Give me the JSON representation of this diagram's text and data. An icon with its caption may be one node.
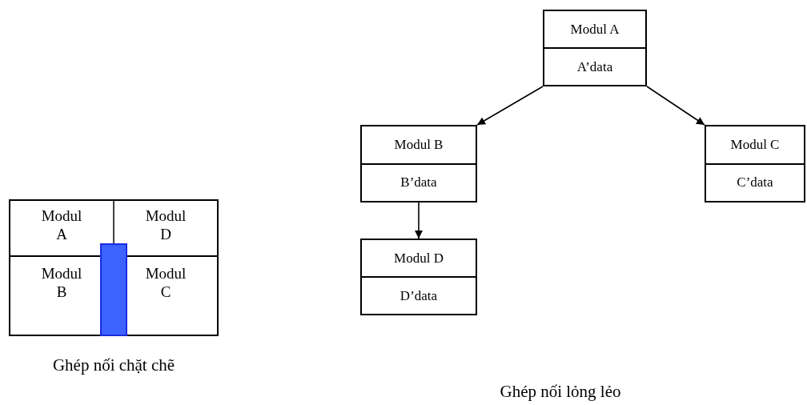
{
  "diagram": {
    "nodes": [
      {
        "text": [
          "Modul A"
        ]
      },
      {
        "text": [
          "Modul D"
        ]
      },
      {
        "text": [
          "Modul B"
        ]
      },
      {
        "text": [
          "Modul C"
        ]
      },
      {
        "text": [
          "Modul A",
          "A’data"
        ]
      },
      {
        "text": [
          "Modul B",
          "B’data"
        ]
      },
      {
        "text": [
          "Modul C",
          "C’data"
        ]
      },
      {
        "text": [
          "Modul D",
          "D’data"
        ]
      }
    ],
    "edges": [
      {
        "from": 4,
        "to": 5,
        "arrow": "to"
      },
      {
        "from": 4,
        "to": 6,
        "arrow": "to"
      },
      {
        "from": 5,
        "to": 7,
        "arrow": "to"
      }
    ],
    "labels": [
      "Ghép nối chặt chẽ",
      "Ghép nối lỏng lẻo"
    ]
  }
}
